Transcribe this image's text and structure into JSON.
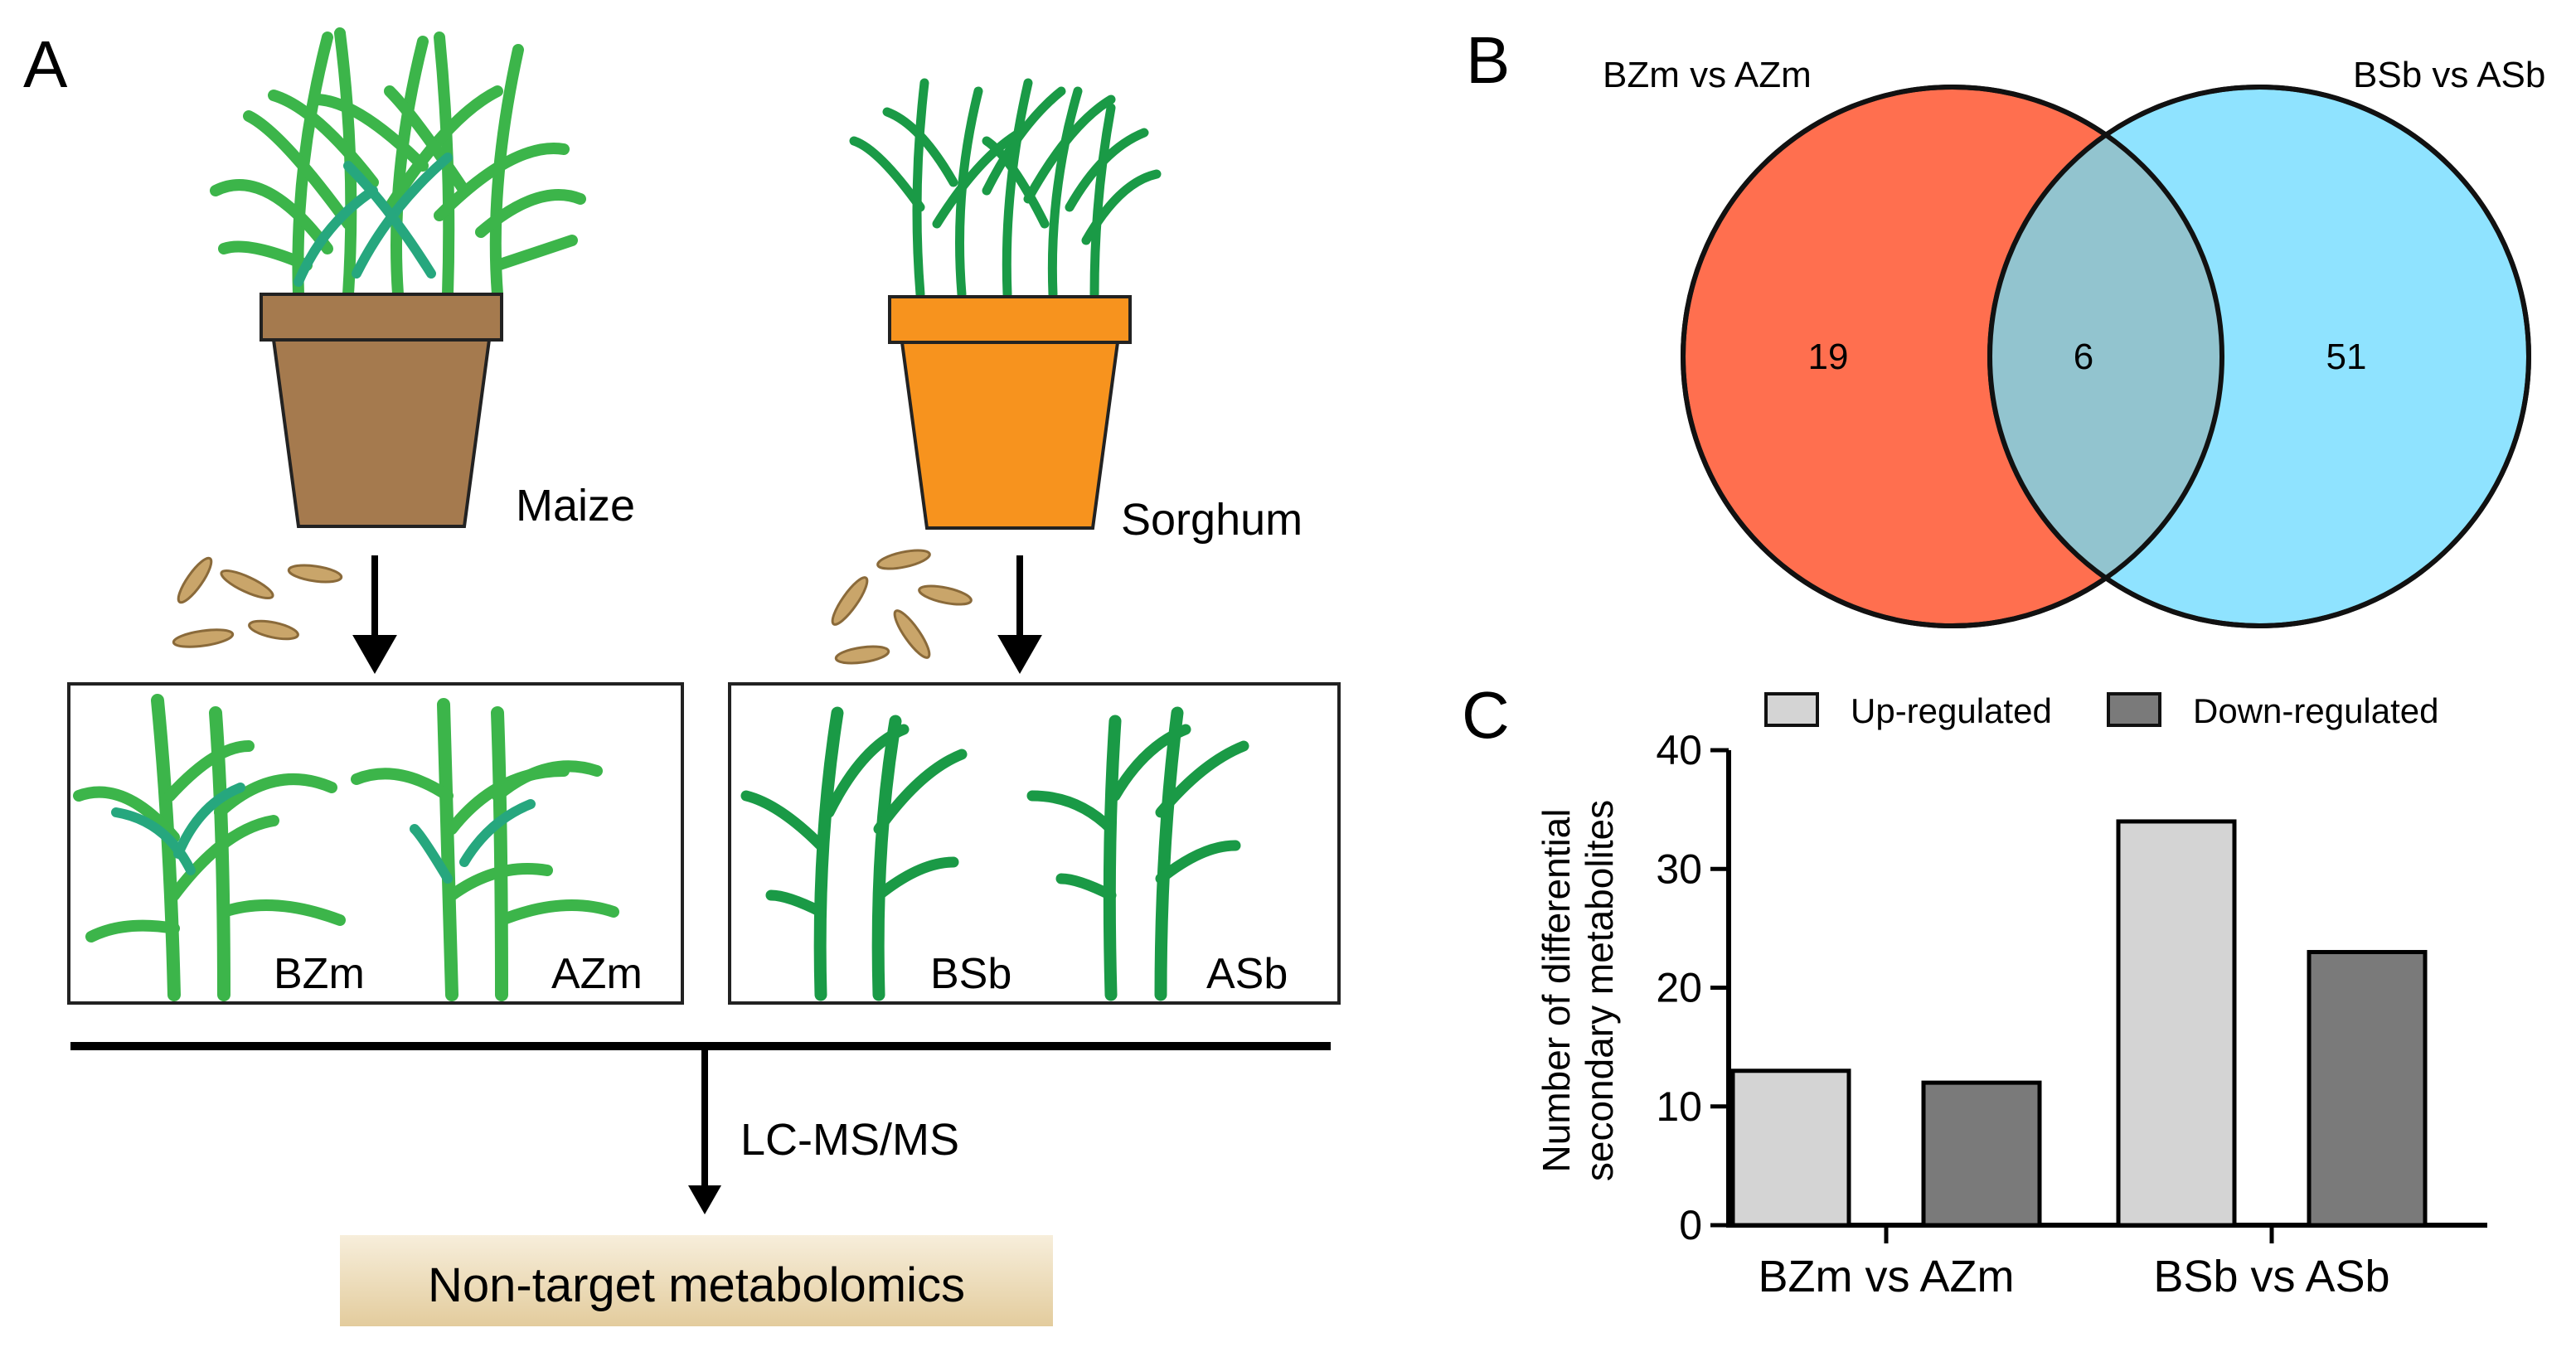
{
  "panels": {
    "a": "A",
    "b": "B",
    "c": "C"
  },
  "workflow": {
    "maize_label": "Maize",
    "sorghum_label": "Sorghum",
    "groups": [
      "BZm",
      "AZm",
      "BSb",
      "ASb"
    ],
    "method": "LC-MS/MS",
    "result": "Non-target metabolomics"
  },
  "venn": {
    "left_set": "BZm vs AZm",
    "right_set": "BSb vs ASb",
    "left_only": "19",
    "overlap": "6",
    "right_only": "51",
    "colors": {
      "left": "#ff6f4f",
      "right": "#8fe3ff",
      "overlap": "#92c4cf"
    }
  },
  "chart_data": {
    "type": "bar",
    "categories": [
      "BZm vs AZm",
      "BSb vs ASb"
    ],
    "series": [
      {
        "name": "Up-regulated",
        "values": [
          13,
          34
        ],
        "color": "#d4d4d4"
      },
      {
        "name": "Down-regulated",
        "values": [
          12,
          23
        ],
        "color": "#7a7a7a"
      }
    ],
    "ylabel_lines": [
      "Number of differential",
      "secondary metabolites"
    ],
    "ylim": [
      0,
      40
    ],
    "yticks": [
      0,
      10,
      20,
      30,
      40
    ],
    "legend_position": "top",
    "grid": false
  },
  "colors": {
    "maize_pot": "#a57a4e",
    "sorghum_pot": "#f7931e",
    "maize_leaf": "#3cb54a",
    "maize_leaf_alt": "#26a77e",
    "sorghum_leaf": "#1a9a46",
    "larva": "#c9a56a",
    "result_box": "#eddcb7"
  }
}
